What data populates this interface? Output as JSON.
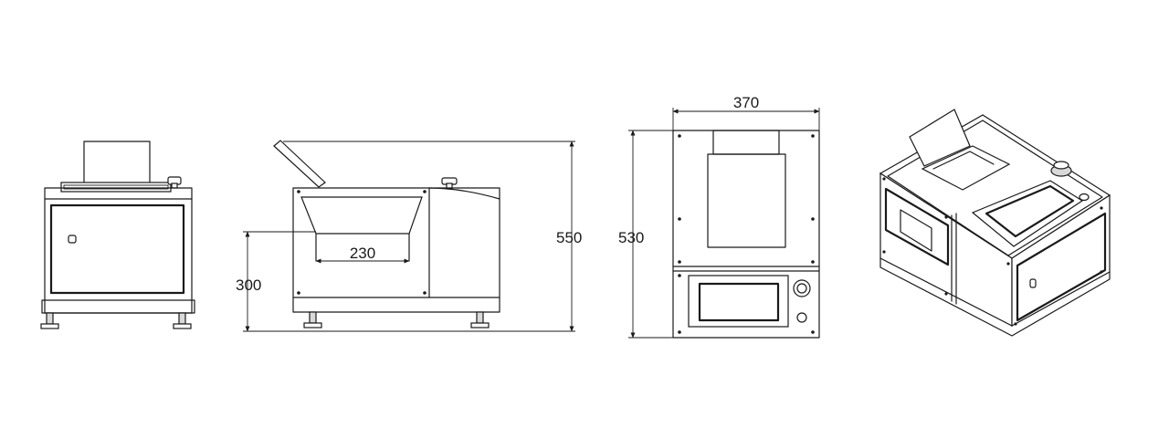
{
  "dimensions": {
    "side_width": "230",
    "side_inner_height": "300",
    "total_height": "550",
    "front_width": "370",
    "front_height": "530"
  },
  "colors": {
    "line": "#1a1a1a",
    "background": "#ffffff"
  }
}
